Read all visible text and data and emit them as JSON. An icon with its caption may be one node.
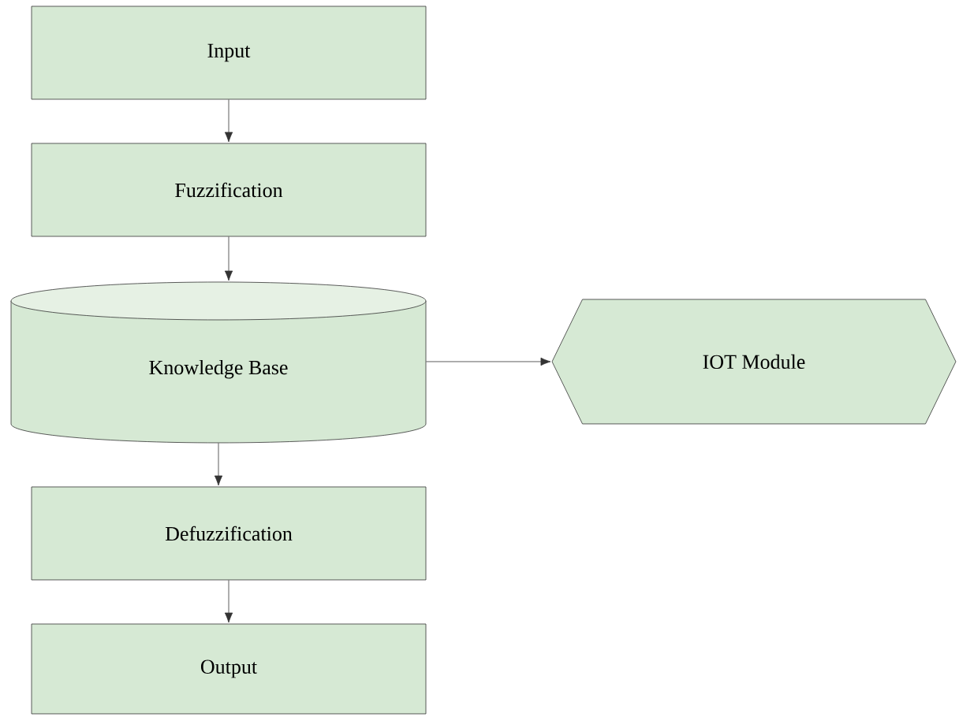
{
  "diagram": {
    "nodes": [
      {
        "text": [
          "Input"
        ]
      },
      {
        "text": [
          "Fuzzification"
        ]
      },
      {
        "text": [
          "Knowledge Base"
        ]
      },
      {
        "text": [
          "IOT Module"
        ]
      },
      {
        "text": [
          "Defuzzification"
        ]
      },
      {
        "text": [
          "Output"
        ]
      }
    ],
    "edges": [
      {
        "from": 0,
        "to": 1,
        "arrow": "to"
      },
      {
        "from": 1,
        "to": 2,
        "arrow": "to"
      },
      {
        "from": 2,
        "to": 3,
        "arrow": "to"
      },
      {
        "from": 2,
        "to": 4,
        "arrow": "to"
      },
      {
        "from": 4,
        "to": 5,
        "arrow": "to"
      }
    ]
  }
}
